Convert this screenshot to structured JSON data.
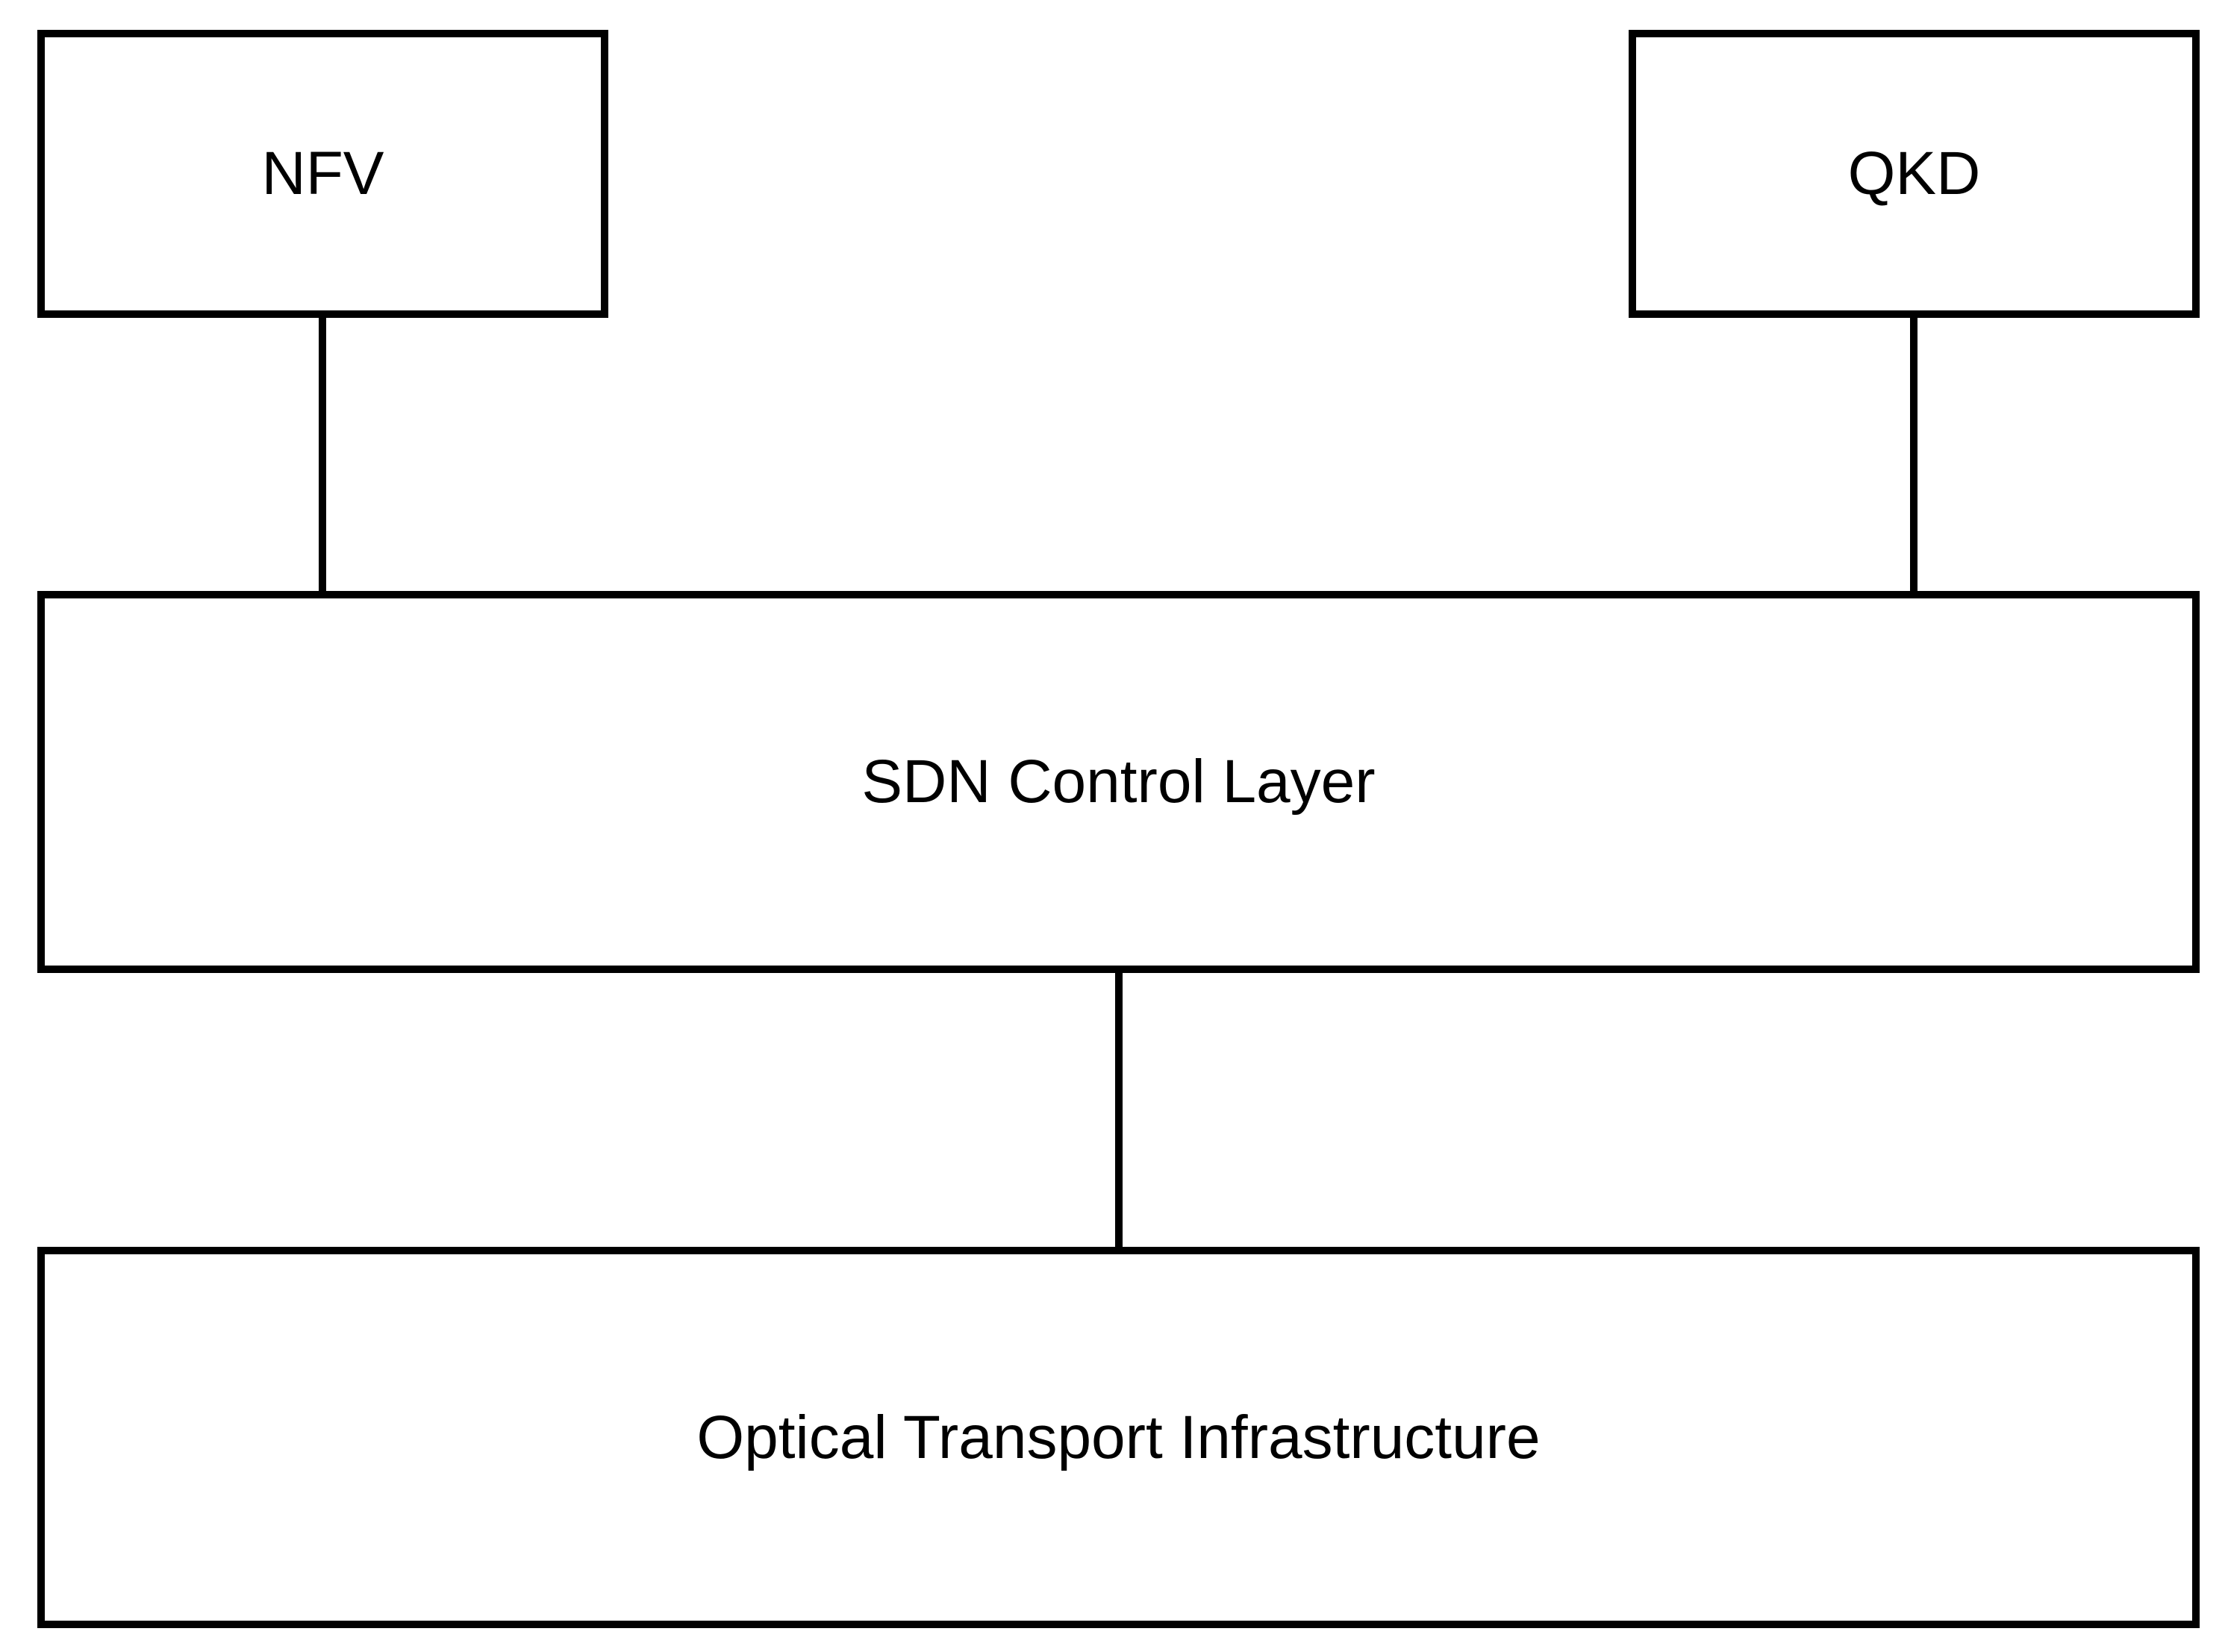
{
  "diagram": {
    "nodes": [
      {
        "id": "nfv",
        "label": "NFV"
      },
      {
        "id": "qkd",
        "label": "QKD"
      },
      {
        "id": "sdn",
        "label": "SDN Control Layer"
      },
      {
        "id": "otn",
        "label": "Optical Transport Infrastructure"
      }
    ],
    "edges": [
      {
        "from": "nfv",
        "to": "sdn"
      },
      {
        "from": "qkd",
        "to": "sdn"
      },
      {
        "from": "sdn",
        "to": "otn"
      }
    ],
    "colors": {
      "stroke": "#000000",
      "fill": "#ffffff",
      "text": "#000000"
    }
  }
}
